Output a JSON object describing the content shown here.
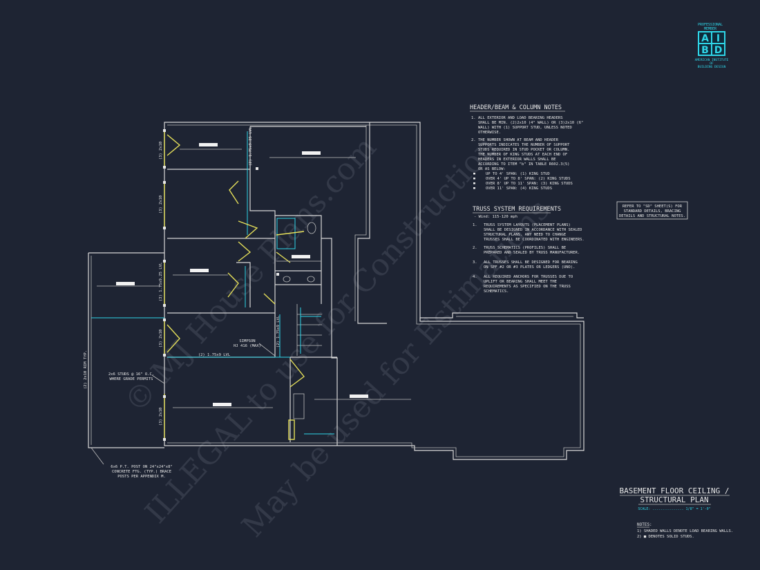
{
  "logo": {
    "top_line1": "PROFESSIONAL",
    "top_line2": "MEMBER",
    "letters": [
      "A",
      "I",
      "B",
      "D"
    ],
    "bottom_line1": "AMERICAN INSTITUTE",
    "bottom_line2": "OF",
    "bottom_line3": "BUILDING DESIGN",
    "color": "#2fd6e8"
  },
  "header_notes": {
    "title": "HEADER/BEAM & COLUMN NOTES",
    "n1": "1.",
    "lines1": [
      "ALL EXTERIOR AND LOAD BEARING HEADERS",
      "SHALL BE MIN. (2)2x10 (4\" WALL) OR (3)2x10 (6\"",
      "WALL) WITH (1) SUPPORT STUD, UNLESS NOTED",
      "OTHERWISE."
    ],
    "n2": "2.",
    "lines2": [
      "THE NUMBER SHOWN AT BEAM AND HEADER",
      "SUPPORTS INDICATES THE NUMBER OF SUPPORT",
      "STUDS REQUIRED IN STUD POCKET OR COLUMN.",
      "THE NUMBER OF KING STUDS AT EACH END OF",
      "HEADERS IN EXTERIOR WALLS SHALL BE",
      "ACCORDING TO ITEM \"b\" IN TABLE R602.3(5)",
      "OR AS BELOW:"
    ],
    "bullets": [
      "UP TO 4' SPAN: (1) KING STUD",
      "OVER 4' UP TO 8' SPAN: (2) KING STUDS",
      "OVER 8' UP TO 11' SPAN: (3) KING STUDS",
      "OVER 11' SPAN: (4) KING STUDS"
    ]
  },
  "truss_notes": {
    "title": "TRUSS SYSTEM REQUIREMENTS",
    "wind": "- Wind: 115-120 mph",
    "items": [
      {
        "n": "1.",
        "lines": [
          "TRUSS SYSTEM LAYOUTS (PLACEMENT PLANS)",
          "SHALL BE DESIGNED IN ACCORDANCE WITH SEALED",
          "STRUCTURAL PLANS. ANY NEED TO  CHANGE",
          "TRUSSES SHALL BE COORDINATED  WITH ENGINEERS."
        ]
      },
      {
        "n": "2.",
        "lines": [
          "TRUSS SCHEMATICS (PROFILES) SHALL BE",
          "PREPARED AND SEALED BY TRUSS  MANUFACTURER."
        ]
      },
      {
        "n": "3.",
        "lines": [
          "ALL TRUSSES SHALL BE DESIGNED FOR  BEARING",
          "ON SPF #2 OR #3 PLATES OR LEDGERS  (UNO)."
        ]
      },
      {
        "n": "4.",
        "lines": [
          "ALL REQUIRED ANCHORS FOR TRUSSES DUE  TO",
          "UPLIFT OR BEARING SHALL MEET THE",
          "REQUIREMENTS AS SPECIFIED ON THE TRUSS",
          "SCHEMATICS."
        ]
      }
    ]
  },
  "refer_box": {
    "lines": [
      "REFER TO \"SD\" SHEET(S) FOR",
      "STANDARD DETAILS, BRACING",
      "DETAILS AND STRUCTURAL NOTES."
    ]
  },
  "plan_labels": {
    "stud_2x10": "(3) 2x10",
    "lvl_175x925": "(3) 1.75x9.25 LVL",
    "lvl_2": "(2) 1.75x9.25 LVL",
    "lvl_short": "(2) 1.75x9 LVL",
    "simpson1": "SIMPSON",
    "simpson2": "HJ 416 (MAX)",
    "studs1": "2x6 STUDS @ 16\" O.C.",
    "studs2": "WHERE GRADE PERMITS",
    "rim": "(2) 2x10 RIM TYP.",
    "post1": "6x6 P.T. POST ON 24\"x24\"x8\"",
    "post2": "CONCRETE FTG. (TYP.) BRACE",
    "post3": "POSTS PER APPENDIX M."
  },
  "title_block": {
    "line1": "BASEMENT FLOOR CEILING /",
    "line2": "STRUCTURAL PLAN",
    "scale": "SCALE: ............... 1/8\" = 1'-0\""
  },
  "notes": {
    "title": "NOTES:",
    "n1": "1) SHADED WALLS DENOTE LOAD BEARING WALLS.",
    "n2": "2) ■ DENOTES SOLID STUDS."
  },
  "watermarks": [
    "© MJ House Plans.com",
    "ILLEGAL to use for Construction",
    "May be used for Estimations"
  ]
}
